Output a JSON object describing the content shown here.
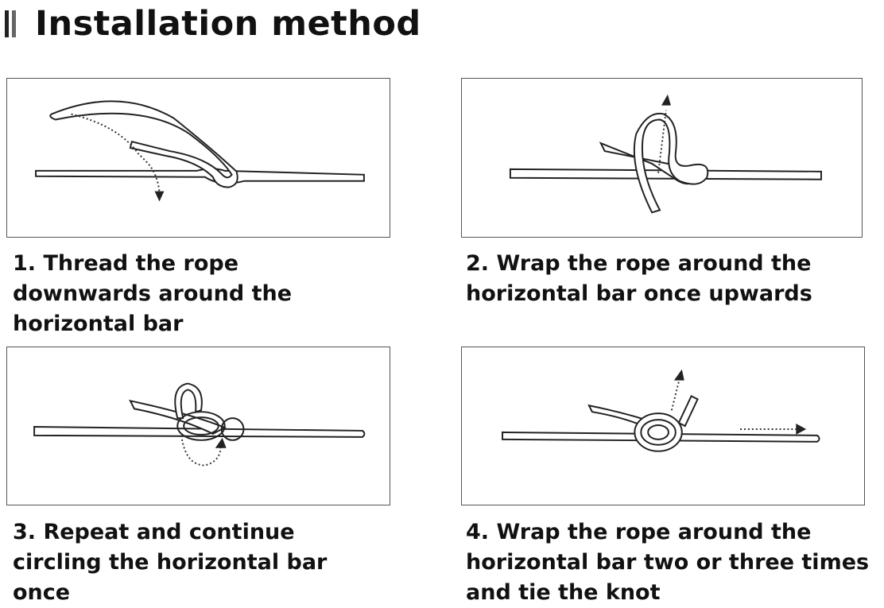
{
  "header": {
    "title": "Installation method"
  },
  "steps": [
    {
      "lines": [
        "1. Thread the rope",
        "downwards around the",
        "horizontal bar"
      ]
    },
    {
      "lines": [
        "2. Wrap the rope around the",
        "horizontal bar once upwards"
      ]
    },
    {
      "lines": [
        "3. Repeat and continue",
        "circling the horizontal bar",
        "once"
      ]
    },
    {
      "lines": [
        "4. Wrap the rope around the",
        "horizontal bar two or three times",
        "and tie the knot"
      ]
    }
  ]
}
